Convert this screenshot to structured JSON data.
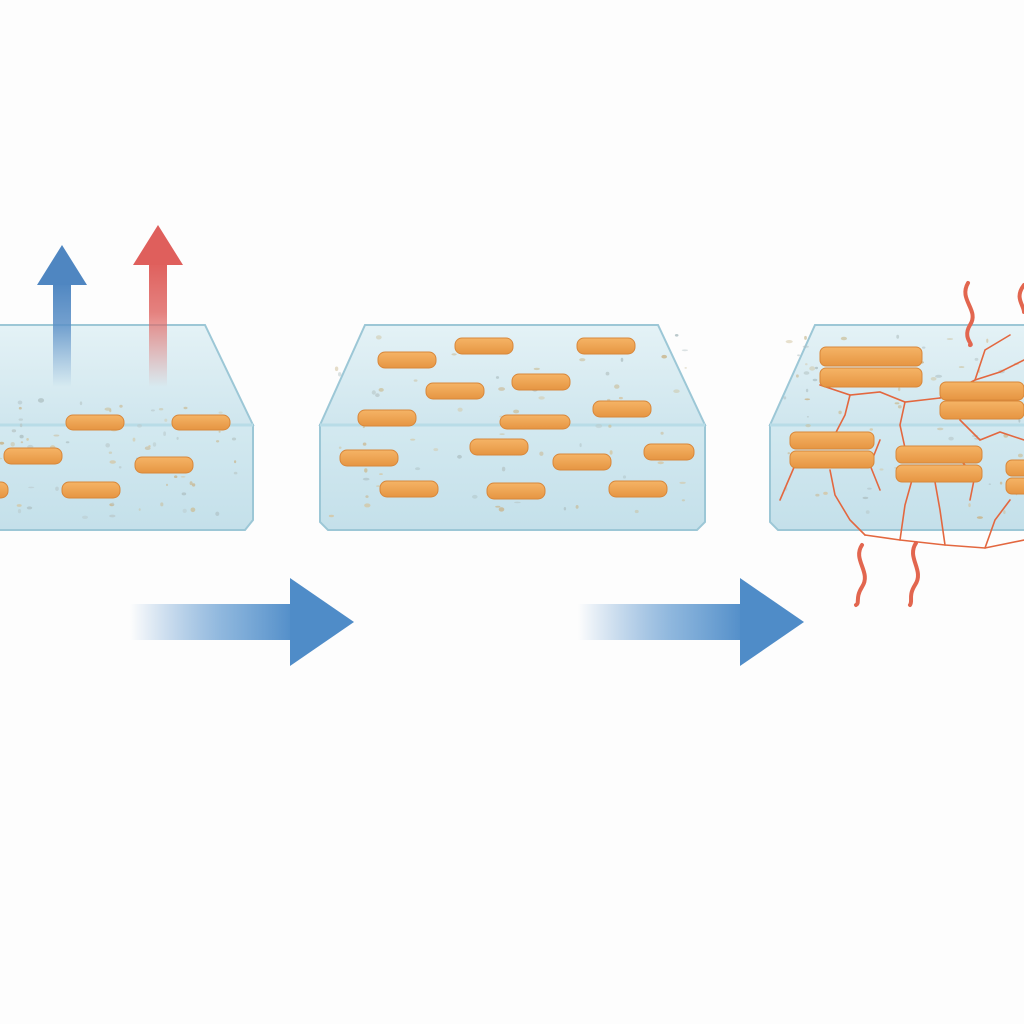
{
  "diagram": {
    "panels": [
      {
        "state": "heat-and-cold-exposure",
        "indicators": [
          {
            "icon": "cold-arrow-up-icon",
            "color": "#5a8fc6"
          },
          {
            "icon": "heat-arrow-up-icon",
            "color": "#e06b68"
          }
        ]
      },
      {
        "state": "evenly-dispersed-particles",
        "indicators": []
      },
      {
        "state": "aggregated-particles-with-cracks",
        "indicators": [
          {
            "icon": "heat-wave-icon",
            "color": "#e2664f"
          }
        ]
      }
    ],
    "transitions": [
      {
        "icon": "process-arrow-right-icon",
        "color": "#4f8cc8"
      },
      {
        "icon": "process-arrow-right-icon",
        "color": "#4f8cc8"
      }
    ],
    "colors": {
      "gel_fill": "#d9ecf2",
      "gel_edge": "#8fbfd0",
      "particle": "#eea352",
      "particle_edge": "#d8873a",
      "crack": "#e3673f",
      "background": "#fdfdfd"
    }
  }
}
